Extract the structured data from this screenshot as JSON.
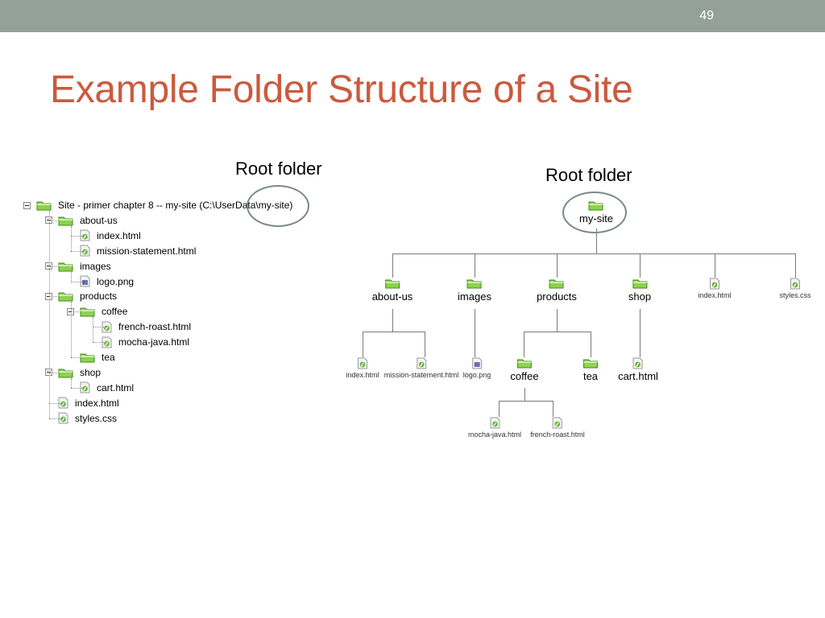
{
  "slide": {
    "number": "49",
    "title": "Example Folder Structure of a Site",
    "caption_left": "Root folder",
    "caption_right": "Root folder"
  },
  "tree": [
    {
      "label": "Site - primer chapter 8 -- my-site (C:\\UserData\\my-site)",
      "type": "folder",
      "depth": 0,
      "expanded": true
    },
    {
      "label": "about-us",
      "type": "folder",
      "depth": 1,
      "expanded": true
    },
    {
      "label": "index.html",
      "type": "html",
      "depth": 2
    },
    {
      "label": "mission-statement.html",
      "type": "html",
      "depth": 2
    },
    {
      "label": "images",
      "type": "folder",
      "depth": 1,
      "expanded": true
    },
    {
      "label": "logo.png",
      "type": "image",
      "depth": 2
    },
    {
      "label": "products",
      "type": "folder",
      "depth": 1,
      "expanded": true
    },
    {
      "label": "coffee",
      "type": "folder",
      "depth": 2,
      "expanded": true
    },
    {
      "label": "french-roast.html",
      "type": "html",
      "depth": 3
    },
    {
      "label": "mocha-java.html",
      "type": "html",
      "depth": 3
    },
    {
      "label": "tea",
      "type": "folder",
      "depth": 2
    },
    {
      "label": "shop",
      "type": "folder",
      "depth": 1,
      "expanded": true
    },
    {
      "label": "cart.html",
      "type": "html",
      "depth": 2
    },
    {
      "label": "index.html",
      "type": "html",
      "depth": 1
    },
    {
      "label": "styles.css",
      "type": "css",
      "depth": 1
    }
  ],
  "hierarchy": {
    "root": {
      "label": "my-site",
      "type": "folder"
    },
    "level1": [
      {
        "label": "about-us",
        "type": "folder"
      },
      {
        "label": "images",
        "type": "folder"
      },
      {
        "label": "products",
        "type": "folder"
      },
      {
        "label": "shop",
        "type": "folder"
      },
      {
        "label": "index.html",
        "type": "html"
      },
      {
        "label": "styles.css",
        "type": "css"
      }
    ],
    "level2": [
      {
        "label": "index.html",
        "type": "html",
        "parent": "about-us"
      },
      {
        "label": "mission-statement.html",
        "type": "html",
        "parent": "about-us"
      },
      {
        "label": "logo.png",
        "type": "image",
        "parent": "images"
      },
      {
        "label": "coffee",
        "type": "folder",
        "parent": "products"
      },
      {
        "label": "tea",
        "type": "folder",
        "parent": "products"
      },
      {
        "label": "cart.html",
        "type": "html",
        "parent": "shop"
      }
    ],
    "level3": [
      {
        "label": "mocha-java.html",
        "type": "html",
        "parent": "coffee"
      },
      {
        "label": "french-roast.html",
        "type": "html",
        "parent": "coffee"
      }
    ]
  },
  "colors": {
    "title": "#cb5a3e",
    "topbar": "#94a09a",
    "folder_fill": "#8fd14f",
    "folder_stroke": "#3c8a1e",
    "ellipse": "#7b8a86"
  }
}
